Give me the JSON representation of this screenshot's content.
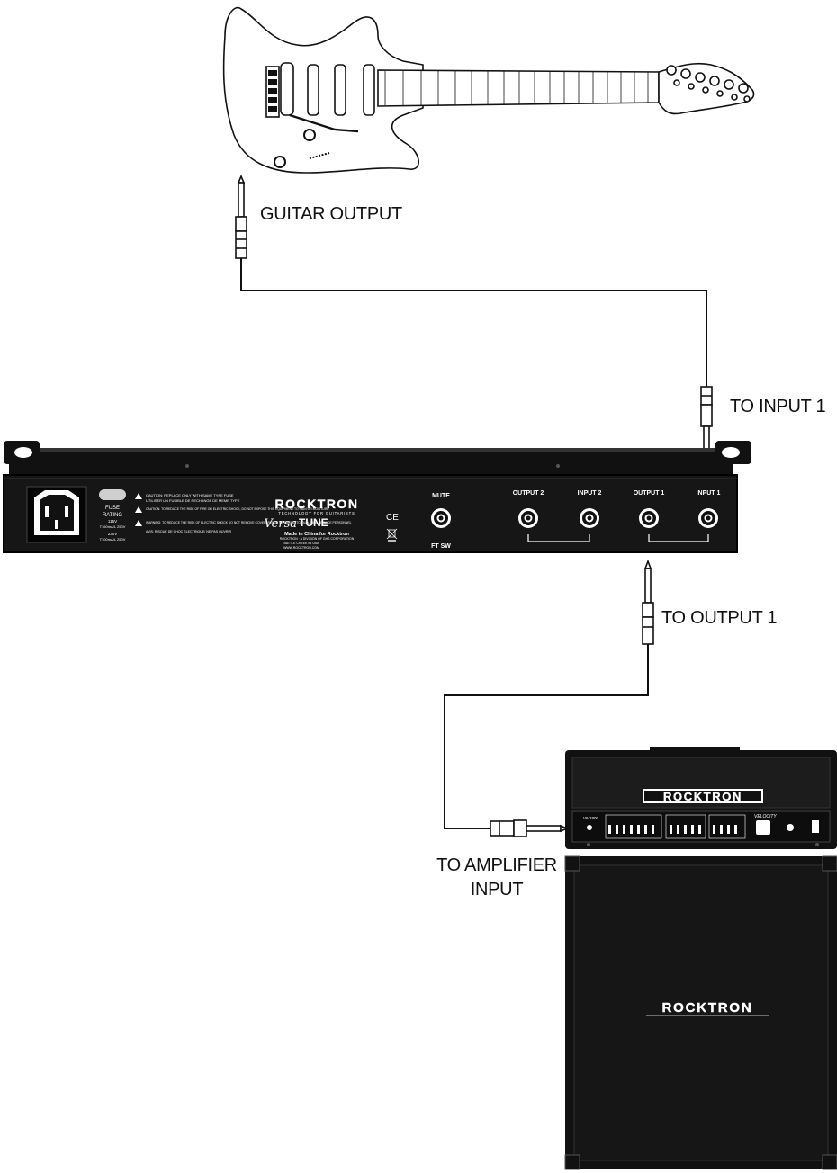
{
  "labels": {
    "guitar_output": "GUITAR OUTPUT",
    "to_input_1": "TO INPUT 1",
    "to_output_1": "TO OUTPUT 1",
    "to_amplifier_line1": "TO AMPLIFIER",
    "to_amplifier_line2": "INPUT"
  },
  "rack_unit": {
    "brand": "ROCKTRON",
    "brand_tagline": "TECHNOLOGY FOR GUITARISTS",
    "model_prefix": "Versa",
    "model_suffix": "TUNE",
    "made_in": "Made in China for Rocktron",
    "company_line1": "ROCKTRON · A DIVISION OF GHS CORPORATION",
    "company_line2": "BATTLE CREEK MI USA",
    "website": "WWW.ROCKTRON.COM",
    "fuse_title": "FUSE",
    "fuse_rating": "RATING",
    "fuse_115": "115V",
    "fuse_115_val": "T160mA/L 250V",
    "fuse_230": "230V",
    "fuse_230_val": "T100mA/L 250V",
    "caution1": "CAUTION: REPLACE ONLY WITH SAME TYPE FUSE",
    "caution1_fr": "UTILISER UN FUSIBLE DE RECHANGE DE MEME TYPE",
    "caution2": "CAUTION: TO REDUCE THE RISK OF FIRE OR ELECTRIC SHOCK, DO NOT EXPOSE THIS EQUIPMENT TO RAIN OR MOISTURE",
    "warning": "WARNING: TO REDUCE THE RISK OF ELECTRIC SHOCK DO NOT REMOVE COVER. REFER SERVICING TO QUALIFIED SERVICE PERSONNEL",
    "avis": "AVIS: RISQUE DE CHOC ELECTRIQUE/ NE PAS OUVRIR",
    "ce_mark": "CE",
    "mute": "MUTE",
    "ft_sw": "FT SW",
    "output_2": "OUTPUT 2",
    "input_2": "INPUT 2",
    "output_1": "OUTPUT 1",
    "input_1": "INPUT 1"
  },
  "amplifier": {
    "head_brand": "ROCKTRON",
    "cab_brand": "ROCKTRON",
    "model": "VELOCITY",
    "model_code": "V6-1800"
  },
  "colors": {
    "ink": "#111111",
    "panel": "#1a1a1a",
    "white": "#ffffff"
  }
}
